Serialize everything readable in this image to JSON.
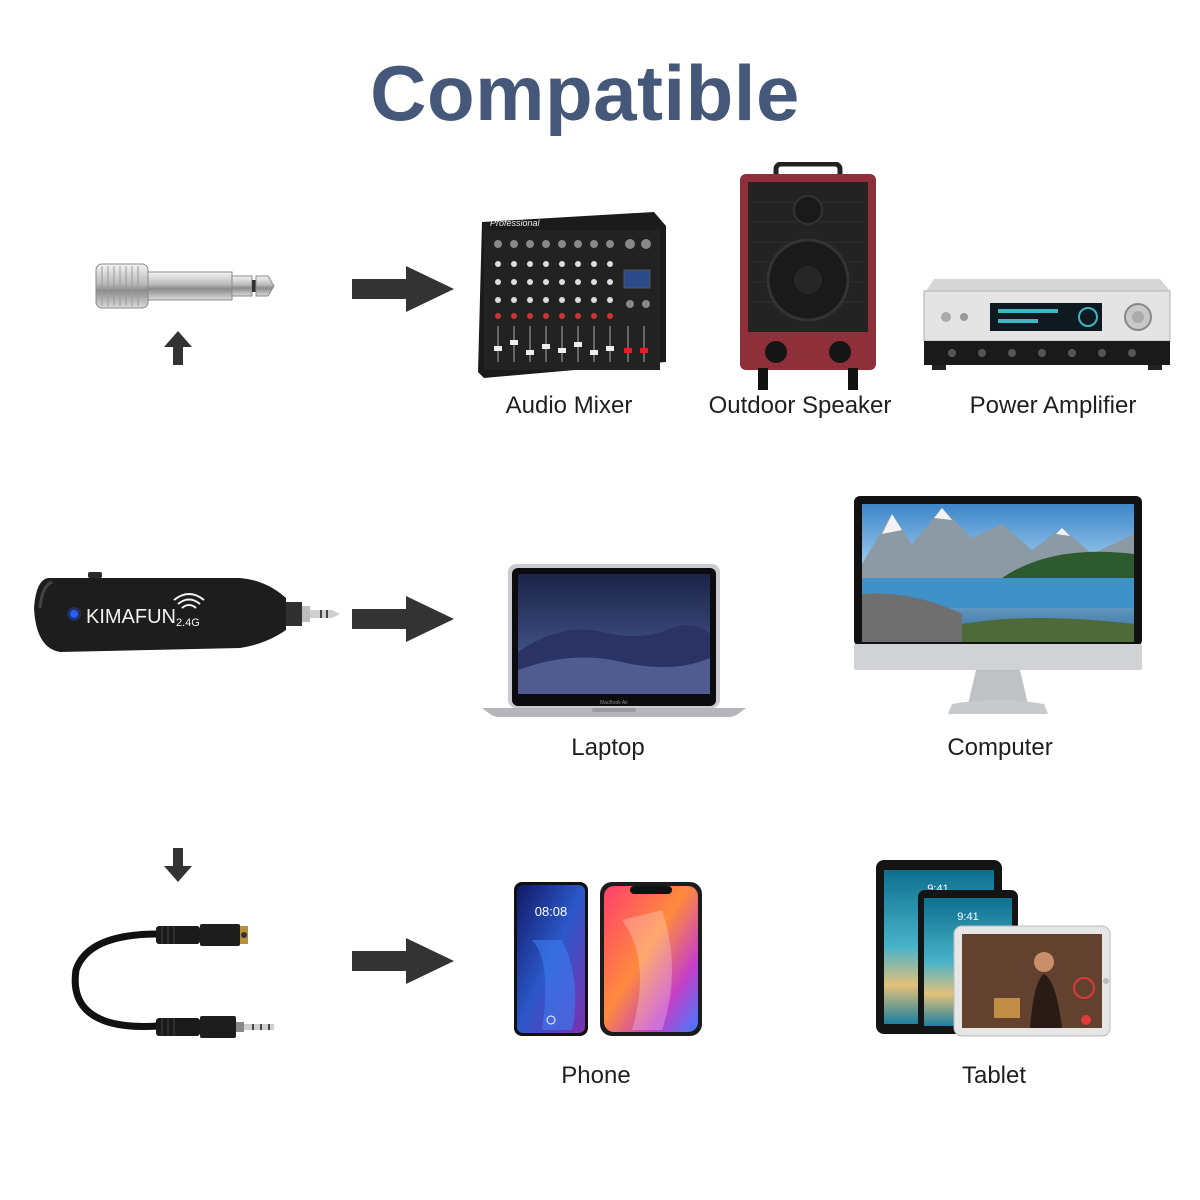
{
  "title": "Compatible",
  "rows": [
    {
      "adapter": "6.35mm jack adapter",
      "devices": [
        {
          "label": "Audio Mixer",
          "icon": "audio-mixer-icon"
        },
        {
          "label": "Outdoor Speaker",
          "icon": "outdoor-speaker-icon"
        },
        {
          "label": "Power Amplifier",
          "icon": "power-amplifier-icon"
        }
      ]
    },
    {
      "adapter": "wireless receiver",
      "brand": "KIMAFUN",
      "band": "2.4G",
      "devices": [
        {
          "label": "Laptop",
          "icon": "laptop-icon"
        },
        {
          "label": "Computer",
          "icon": "computer-monitor-icon"
        }
      ]
    },
    {
      "adapter": "3.5mm adapter cable",
      "devices": [
        {
          "label": "Phone",
          "icon": "phone-icon"
        },
        {
          "label": "Tablet",
          "icon": "tablet-icon"
        }
      ]
    }
  ],
  "screen_text": {
    "mixer_brand": "Professional",
    "phone_time": "08:08",
    "tablet_time": "9:41",
    "laptop_model": "MacBook Air"
  },
  "colors": {
    "title": "#45587a",
    "arrow": "#333333",
    "speaker": "#8e2f3a",
    "led": "#2b5cff"
  }
}
